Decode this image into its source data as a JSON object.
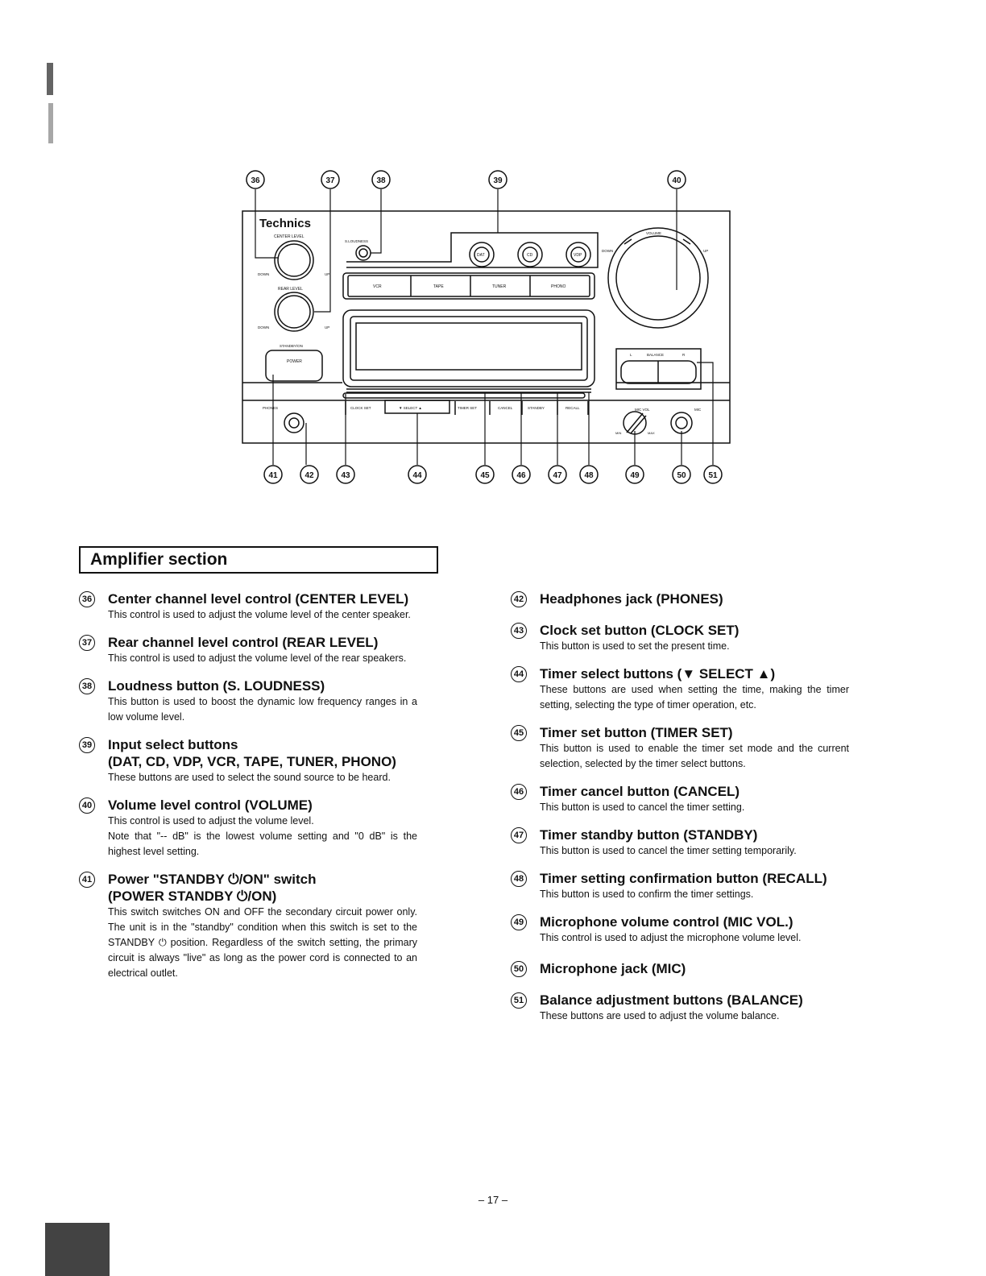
{
  "diagram": {
    "brand": "Technics",
    "labels": {
      "center_level": "CENTER LEVEL",
      "rear_level": "REAR LEVEL",
      "down": "DOWN",
      "up": "UP",
      "loudness": "S.LOUDNESS",
      "standby_on": "STANDBY/ON",
      "power": "POWER",
      "phones": "PHONES",
      "volume": "VOLUME",
      "balance_l": "L",
      "balance": "BALANCE",
      "balance_r": "R",
      "mic_vol": "MIC VOL",
      "mic": "MIC",
      "min": "MIN",
      "max": "MAX"
    },
    "input_buttons_round": [
      "DAT",
      "CD",
      "VDP"
    ],
    "input_buttons_bar": [
      "VCR",
      "TAPE",
      "TUNER",
      "PHONO"
    ],
    "timer_buttons": [
      "CLOCK SET",
      "▼ SELECT ▲",
      "TIMER SET",
      "CANCEL",
      "STANDBY",
      "RECALL"
    ],
    "callouts_top": [
      "36",
      "37",
      "38",
      "39",
      "40"
    ],
    "callouts_bottom": [
      "41",
      "42",
      "43",
      "44",
      "45",
      "46",
      "47",
      "48",
      "49",
      "50",
      "51"
    ]
  },
  "section_title": "Amplifier section",
  "left_items": [
    {
      "num": "36",
      "title": "Center channel level control (CENTER LEVEL)",
      "desc": "This control is used to adjust the volume level of the center speaker."
    },
    {
      "num": "37",
      "title": "Rear channel level control (REAR LEVEL)",
      "desc": "This control is used to adjust the volume level of the rear speakers."
    },
    {
      "num": "38",
      "title": "Loudness button (S. LOUDNESS)",
      "desc": "This button is used to boost the dynamic low frequency ranges in a low volume level."
    },
    {
      "num": "39",
      "title": "Input select buttons",
      "title2": "(DAT, CD, VDP, VCR, TAPE, TUNER, PHONO)",
      "desc": "These buttons are used to select the sound source to be heard."
    },
    {
      "num": "40",
      "title": "Volume level control (VOLUME)",
      "desc": "This control is used to adjust the volume level.",
      "desc2": "Note that \"-- dB\" is the lowest volume setting and \"0 dB\" is the highest level setting."
    },
    {
      "num": "41",
      "title": "Power \"STANDBY ⏻/ON\" switch",
      "title2": "(POWER STANDBY ⏻/ON)",
      "desc": "This switch switches ON and OFF the secondary circuit power only. The unit is in the \"standby\" condition when this switch is set to the STANDBY ⏻ position. Regardless of the switch setting, the primary circuit is always \"live\" as long as the power cord is connected to an electrical outlet."
    }
  ],
  "right_items": [
    {
      "num": "42",
      "title": "Headphones jack (PHONES)",
      "desc": ""
    },
    {
      "num": "43",
      "title": "Clock set button (CLOCK SET)",
      "desc": "This button is used to set the present time."
    },
    {
      "num": "44",
      "title": "Timer select buttons (▼ SELECT ▲)",
      "desc": "These buttons are used when setting the time, making the timer setting, selecting the type of timer operation, etc."
    },
    {
      "num": "45",
      "title": "Timer set button (TIMER SET)",
      "desc": "This button is used to enable the timer set mode and the current selection, selected by the timer select buttons."
    },
    {
      "num": "46",
      "title": "Timer cancel button (CANCEL)",
      "desc": "This button is used to cancel the timer setting."
    },
    {
      "num": "47",
      "title": "Timer standby button (STANDBY)",
      "desc": "This button is used to cancel the timer setting temporarily."
    },
    {
      "num": "48",
      "title": "Timer setting confirmation button (RECALL)",
      "desc": "This button is used to confirm the timer settings."
    },
    {
      "num": "49",
      "title": "Microphone volume control (MIC VOL.)",
      "desc": "This control is used to adjust the microphone volume level."
    },
    {
      "num": "50",
      "title": "Microphone jack (MIC)",
      "desc": ""
    },
    {
      "num": "51",
      "title": "Balance adjustment buttons (BALANCE)",
      "desc": "These buttons are used to adjust the volume balance."
    }
  ],
  "page_number": "– 17 –"
}
